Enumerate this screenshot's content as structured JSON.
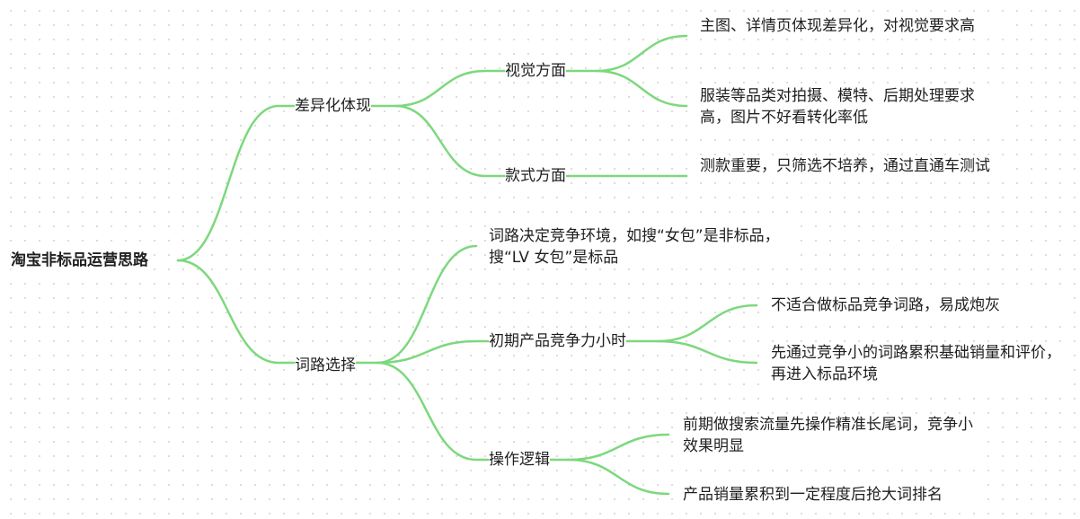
{
  "root": "淘宝非标品运营思路",
  "branches": {
    "diff": {
      "label": "差异化体现",
      "visual": {
        "label": "视觉方面",
        "items": [
          "主图、详情页体现差异化，对视觉要求高",
          "服装等品类对拍摄、模特、后期处理要求高，图片不好看转化率低"
        ]
      },
      "style": {
        "label": "款式方面",
        "items": [
          "测款重要，只筛选不培养，通过直通车测试"
        ]
      }
    },
    "words": {
      "label": "词路选择",
      "decide": "词路决定竞争环境，如搜“女包”是非标品，搜“LV 女包”是标品",
      "early": {
        "label": "初期产品竞争力小时",
        "items": [
          "不适合做标品竞争词路，易成炮灰",
          "先通过竞争小的词路累积基础销量和评价，再进入标品环境"
        ]
      },
      "ops": {
        "label": "操作逻辑",
        "items": [
          "前期做搜索流量先操作精准长尾词，竞争小效果明显",
          "产品销量累积到一定程度后抢大词排名"
        ]
      }
    }
  },
  "colors": {
    "link": "#7dd87d"
  }
}
